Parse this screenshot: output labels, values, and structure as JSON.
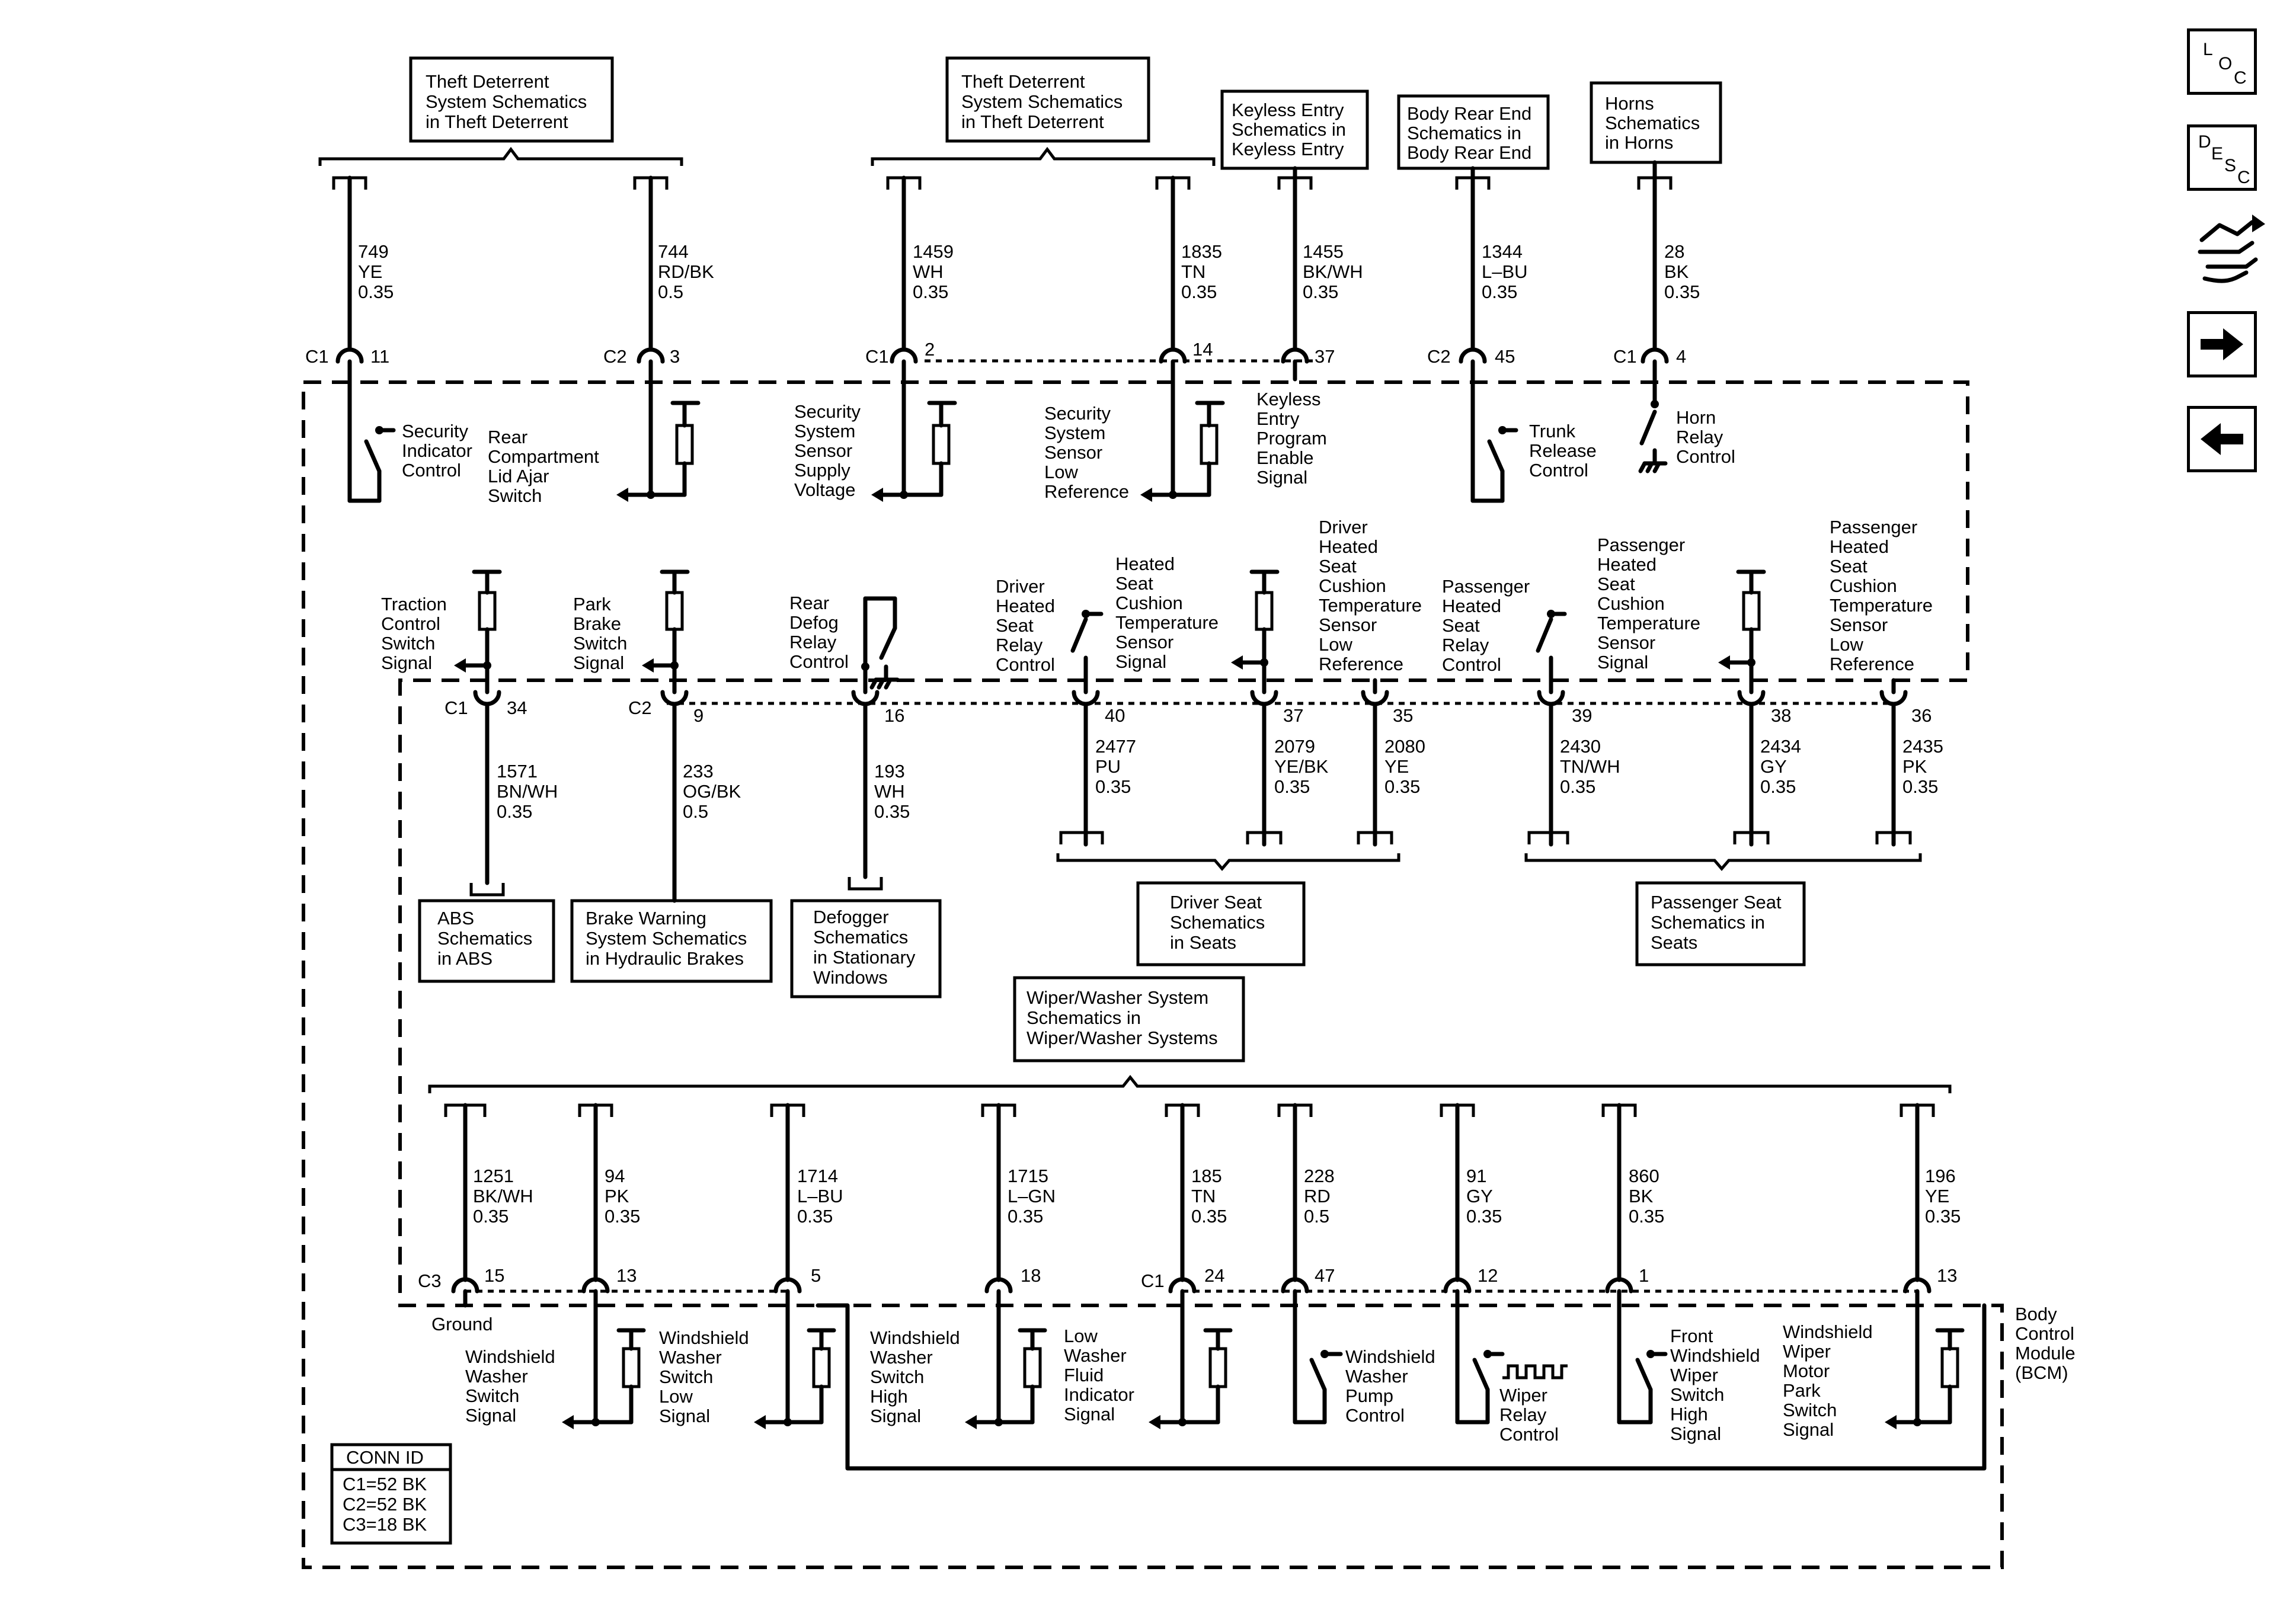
{
  "refs": {
    "theft1": [
      "Theft Deterrent",
      "System Schematics",
      "in Theft Deterrent"
    ],
    "theft2": [
      "Theft Deterrent",
      "System Schematics",
      "in Theft Deterrent"
    ],
    "keyless": [
      "Keyless Entry",
      "Schematics in",
      "Keyless Entry"
    ],
    "bodyrear": [
      "Body Rear End",
      "Schematics in",
      "Body Rear End"
    ],
    "horns": [
      "Horns",
      "Schematics",
      "in Horns"
    ],
    "abs": [
      "ABS",
      "Schematics",
      "in ABS"
    ],
    "brake": [
      "Brake Warning",
      "System Schematics",
      "in Hydraulic Brakes"
    ],
    "defog": [
      "Defogger",
      "Schematics",
      "in Stationary",
      "Windows"
    ],
    "driverseat": [
      "Driver Seat",
      "Schematics",
      "in Seats"
    ],
    "passseat": [
      "Passenger Seat",
      "Schematics in",
      "Seats"
    ],
    "wiper": [
      "Wiper/Washer System",
      "Schematics in",
      "Wiper/Washer Systems"
    ]
  },
  "wires": {
    "top": [
      [
        "749",
        "YE",
        "0.35"
      ],
      [
        "744",
        "RD/BK",
        "0.5"
      ],
      [
        "1459",
        "WH",
        "0.35"
      ],
      [
        "1835",
        "TN",
        "0.35"
      ],
      [
        "1455",
        "BK/WH",
        "0.35"
      ],
      [
        "1344",
        "L–BU",
        "0.35"
      ],
      [
        "28",
        "BK",
        "0.35"
      ]
    ],
    "mid": [
      [
        "1571",
        "BN/WH",
        "0.35"
      ],
      [
        "233",
        "OG/BK",
        "0.5"
      ],
      [
        "193",
        "WH",
        "0.35"
      ],
      [
        "2477",
        "PU",
        "0.35"
      ],
      [
        "2079",
        "YE/BK",
        "0.35"
      ],
      [
        "2080",
        "YE",
        "0.35"
      ],
      [
        "2430",
        "TN/WH",
        "0.35"
      ],
      [
        "2434",
        "GY",
        "0.35"
      ],
      [
        "2435",
        "PK",
        "0.35"
      ]
    ],
    "bot": [
      [
        "1251",
        "BK/WH",
        "0.35"
      ],
      [
        "94",
        "PK",
        "0.35"
      ],
      [
        "1714",
        "L–BU",
        "0.35"
      ],
      [
        "1715",
        "L–GN",
        "0.35"
      ],
      [
        "185",
        "TN",
        "0.35"
      ],
      [
        "228",
        "RD",
        "0.5"
      ],
      [
        "91",
        "GY",
        "0.35"
      ],
      [
        "860",
        "BK",
        "0.35"
      ],
      [
        "196",
        "YE",
        "0.35"
      ]
    ]
  },
  "pins": {
    "top": [
      "11",
      "3",
      "2",
      "14",
      "37",
      "45",
      "4"
    ],
    "mid": [
      "34",
      "9",
      "16",
      "40",
      "37",
      "35",
      "39",
      "38",
      "36"
    ],
    "bot": [
      "15",
      "13",
      "5",
      "18",
      "24",
      "47",
      "12",
      "1",
      "13"
    ]
  },
  "connectors": {
    "top": [
      "C1",
      "C2",
      "C1",
      "C2",
      "C1"
    ],
    "mid": [
      "C1",
      "C2"
    ],
    "bot": [
      "C3",
      "C1"
    ]
  },
  "labels": {
    "top": [
      [
        "Security",
        "Indicator",
        "Control"
      ],
      [
        "Rear",
        "Compartment",
        "Lid Ajar",
        "Switch"
      ],
      [
        "Security",
        "System",
        "Sensor",
        "Supply",
        "Voltage"
      ],
      [
        "Security",
        "System",
        "Sensor",
        "Low",
        "Reference"
      ],
      [
        "Keyless",
        "Entry",
        "Program",
        "Enable",
        "Signal"
      ],
      [
        "Trunk",
        "Release",
        "Control"
      ],
      [
        "Horn",
        "Relay",
        "Control"
      ]
    ],
    "mid": [
      [
        "Traction",
        "Control",
        "Switch",
        "Signal"
      ],
      [
        "Park",
        "Brake",
        "Switch",
        "Signal"
      ],
      [
        "Rear",
        "Defog",
        "Relay",
        "Control"
      ],
      [
        "Driver",
        "Heated",
        "Seat",
        "Relay",
        "Control"
      ],
      [
        "Heated",
        "Seat",
        "Cushion",
        "Temperature",
        "Sensor",
        "Signal"
      ],
      [
        "Driver",
        "Heated",
        "Seat",
        "Cushion",
        "Temperature",
        "Sensor",
        "Low",
        "Reference"
      ],
      [
        "Passenger",
        "Heated",
        "Seat",
        "Relay",
        "Control"
      ],
      [
        "Passenger",
        "Heated",
        "Seat",
        "Cushion",
        "Temperature",
        "Sensor",
        "Signal"
      ],
      [
        "Passenger",
        "Heated",
        "Seat",
        "Cushion",
        "Temperature",
        "Sensor",
        "Low",
        "Reference"
      ]
    ],
    "bot": [
      [
        "Windshield",
        "Washer",
        "Switch",
        "Signal"
      ],
      [
        "Windshield",
        "Washer",
        "Switch",
        "Low",
        "Signal"
      ],
      [
        "Windshield",
        "Washer",
        "Switch",
        "High",
        "Signal"
      ],
      [
        "Low",
        "Washer",
        "Fluid",
        "Indicator",
        "Signal"
      ],
      [
        "Windshield",
        "Washer",
        "Pump",
        "Control"
      ],
      [
        "Wiper",
        "Relay",
        "Control"
      ],
      [
        "Front",
        "Windshield",
        "Wiper",
        "Switch",
        "High",
        "Signal"
      ],
      [
        "Windshield",
        "Wiper",
        "Motor",
        "Park",
        "Switch",
        "Signal"
      ]
    ],
    "ground": "Ground",
    "bcm": [
      "Body",
      "Control",
      "Module",
      "(BCM)"
    ]
  },
  "conn_id": {
    "title": "CONN ID",
    "rows": [
      "C1=52 BK",
      "C2=52 BK",
      "C3=18 BK"
    ]
  },
  "nav": {
    "loc": [
      "L",
      "O",
      "C"
    ],
    "desc": [
      "D",
      "E",
      "S",
      "C"
    ]
  },
  "icons": [
    "loc-icon",
    "desc-icon",
    "connector-tool-icon",
    "arrow-right-icon",
    "arrow-left-icon"
  ]
}
